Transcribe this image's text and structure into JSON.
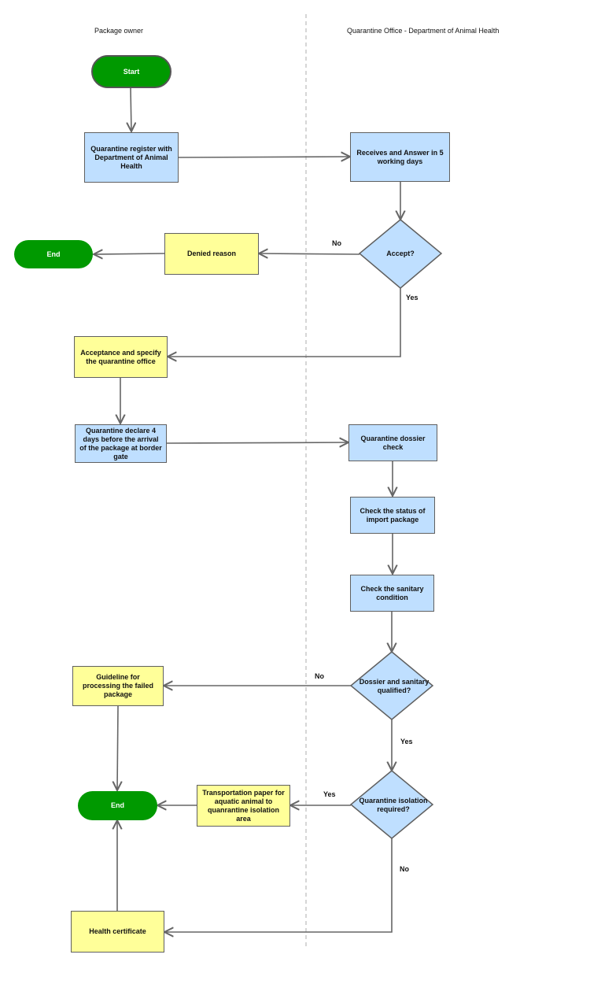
{
  "lanes": {
    "left": "Package owner",
    "right": "Quarantine Office - Department of Animal Health"
  },
  "nodes": {
    "start": "Start",
    "register": "Quarantine register with Department of Animal Health",
    "receives": "Receives and Answer in 5 working days",
    "accept": "Accept?",
    "denied": "Denied reason",
    "end1": "End",
    "acceptance": "Acceptance and specify the quarantine office",
    "declare": "Quarantine declare 4 days before the arrival of the package at border gate",
    "dossier": "Quarantine dossier check",
    "status": "Check the status of import package",
    "sanitary": "Check the sanitary condition",
    "qualified": "Dossier and sanitary qualified?",
    "guideline": "Guideline for processing the failed package",
    "isolation": "Quarantine isolation required?",
    "transport": "Transportation paper for aquatic animal to quanrantine isolation area",
    "end2": "End",
    "health": "Health certificate"
  },
  "edge_labels": {
    "accept_no": "No",
    "accept_yes": "Yes",
    "qualified_no": "No",
    "qualified_yes": "Yes",
    "isolation_yes": "Yes",
    "isolation_no": "No"
  },
  "colors": {
    "process_blue": "#bfdfff",
    "process_yellow": "#ffff99",
    "terminal_green": "#009900",
    "connector": "#666666"
  }
}
